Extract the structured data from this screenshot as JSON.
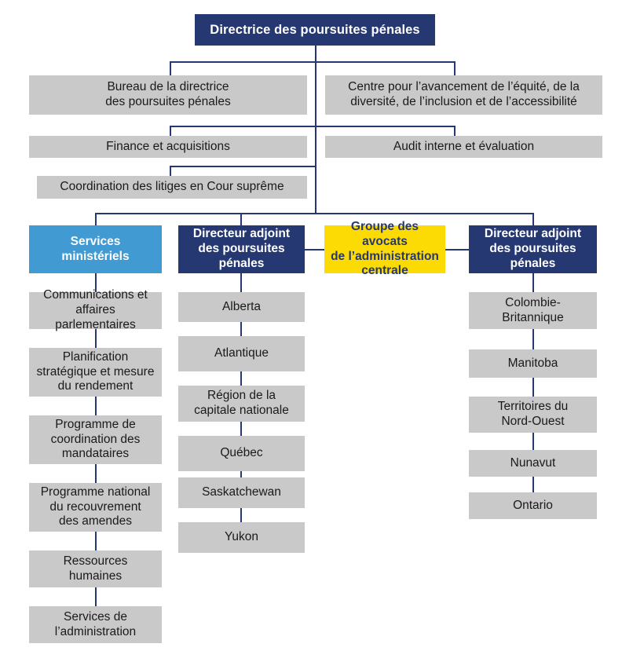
{
  "chart_data": {
    "type": "diagram",
    "title": "Directrice des poursuites pénales — organigramme",
    "language": "fr"
  },
  "colors": {
    "navy": "#253872",
    "gray": "#c9c9c9",
    "light_blue": "#419ad2",
    "yellow": "#fcdb05",
    "text_dark": "#1a1a1a",
    "text_light": "#ffffff",
    "background": "#ffffff"
  },
  "root": {
    "label": "Directrice des poursuites pénales"
  },
  "staff_rows": [
    {
      "left": "Bureau de la directrice\ndes poursuites pénales",
      "right": "Centre pour l’avancement de l’équité, de la\ndiversité, de l’inclusion et de l’accessibilité"
    },
    {
      "left": "Finance et acquisitions",
      "right": "Audit interne et évaluation"
    },
    {
      "left": "Coordination des litiges en Cour suprême",
      "right": ""
    }
  ],
  "staff_boxes": {
    "bureau": "Bureau de la directrice\ndes poursuites pénales",
    "centre": "Centre pour l’avancement de l’équité, de la\ndiversité, de l’inclusion et de l’accessibilité",
    "finance": "Finance et acquisitions",
    "audit": "Audit interne et évaluation",
    "coordination": "Coordination des litiges en Cour suprême"
  },
  "columns": [
    {
      "header": "Services\nministériels",
      "header_style": "lightblue",
      "items": [
        "Communications et\naffaires parlementaires",
        "Planification\nstratégique et mesure\ndu rendement",
        "Programme de\ncoordination des\nmandataires",
        "Programme national\ndu recouvrement\ndes amendes",
        "Ressources\nhumaines",
        "Services de\nl’administration"
      ]
    },
    {
      "header": "Directeur adjoint\ndes poursuites\npénales",
      "header_style": "navy",
      "items": [
        "Alberta",
        "Atlantique",
        "Région de la\ncapitale nationale",
        "Québec",
        "Saskatchewan",
        "Yukon"
      ]
    },
    {
      "header": "Groupe des avocats\nde l’administration\ncentrale",
      "header_style": "yellow",
      "items": []
    },
    {
      "header": "Directeur adjoint\ndes poursuites\npénales",
      "header_style": "navy",
      "items": [
        "Colombie-\nBritannique",
        "Manitoba",
        "Territoires du\nNord-Ouest",
        "Nunavut",
        "Ontario"
      ]
    }
  ]
}
